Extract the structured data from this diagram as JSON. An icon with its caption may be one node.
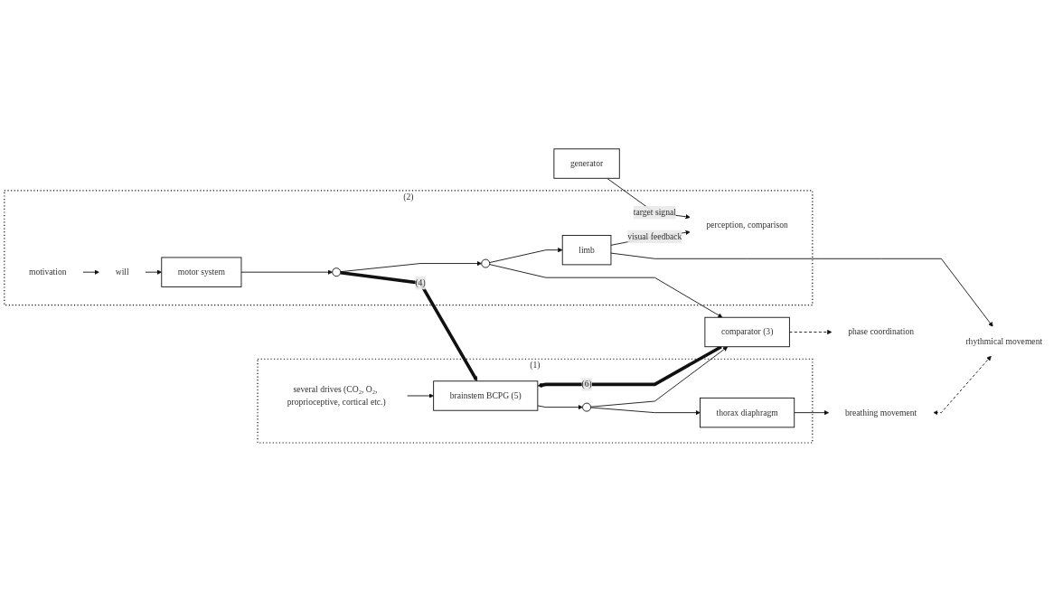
{
  "diagram": {
    "nodes": [
      {
        "text": [
          "(1)"
        ]
      },
      {
        "text": [
          "several drives (CO₂, O₂, proprioceptive, cortical etc.)"
        ],
        "in": 0
      },
      {
        "text": [
          "brainstem BCPG (5)"
        ],
        "in": 0
      },
      {
        "text": [],
        "shape": "circle",
        "in": 0
      },
      {
        "text": [
          "thorax diaphragm"
        ],
        "in": 0
      },
      {
        "text": [
          "breathing movement"
        ]
      },
      {
        "text": [
          "comparator (3)"
        ]
      },
      {
        "text": [
          "phase coordination"
        ]
      },
      {
        "text": [
          "(2)"
        ]
      },
      {
        "text": [
          "motivation"
        ],
        "in": 8
      },
      {
        "text": [
          "will"
        ],
        "in": 8
      },
      {
        "text": [
          "motor system"
        ],
        "in": 8
      },
      {
        "text": [],
        "shape": "circle",
        "in": 8
      },
      {
        "text": [],
        "shape": "circle",
        "in": 8
      },
      {
        "text": [
          "limb"
        ],
        "in": 8
      },
      {
        "text": [
          "perception, comparison"
        ],
        "in": 8
      },
      {
        "text": [
          "rhythmical movement"
        ]
      },
      {
        "text": [
          "generator"
        ]
      }
    ],
    "edges": [
      {
        "from": 1,
        "to": 2,
        "arrow": "to"
      },
      {
        "from": 12,
        "to": 2,
        "arrow": "to",
        "label": "(4)",
        "style": "thick"
      },
      {
        "from": 6,
        "to": 2,
        "arrow": "to",
        "label": "(6)",
        "style": "thick"
      },
      {
        "from": 2,
        "to": 3,
        "arrow": "to"
      },
      {
        "from": 3,
        "to": 4,
        "arrow": "to"
      },
      {
        "from": 4,
        "to": 5,
        "arrow": "to"
      },
      {
        "from": 3,
        "to": 6,
        "arrow": "to"
      },
      {
        "from": 13,
        "to": 6,
        "arrow": "to"
      },
      {
        "from": 6,
        "to": 7,
        "arrow": "to",
        "style": "dashed"
      },
      {
        "from": 5,
        "to": 16,
        "arrow": "both",
        "style": "dashed"
      },
      {
        "from": 9,
        "to": 10,
        "arrow": "to"
      },
      {
        "from": 10,
        "to": 11,
        "arrow": "to"
      },
      {
        "from": 11,
        "to": 12,
        "arrow": "to"
      },
      {
        "from": 12,
        "to": 13,
        "arrow": "to"
      },
      {
        "from": 13,
        "to": 14,
        "arrow": "to"
      },
      {
        "from": 14,
        "to": 16,
        "arrow": "to"
      },
      {
        "from": 14,
        "to": 15,
        "arrow": "to",
        "label": "visual feedback"
      },
      {
        "from": 17,
        "to": 15,
        "arrow": "to",
        "label": "target signal"
      }
    ]
  }
}
